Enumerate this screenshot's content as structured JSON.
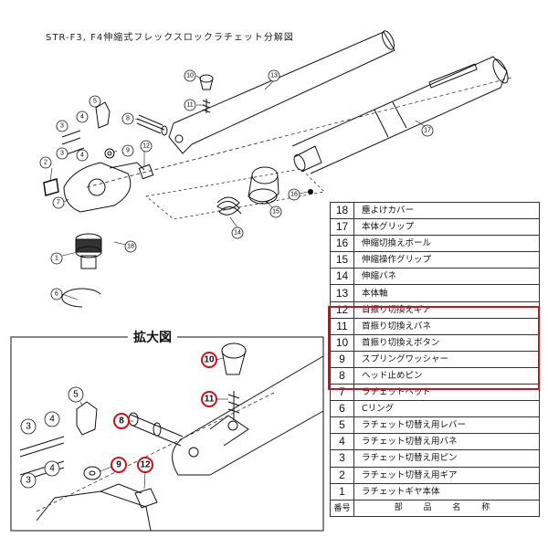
{
  "title": "STR-F3, F4伸縮式フレックスロックラチェット分解図",
  "zoom_label": "拡大図",
  "table": {
    "header_num": "番号",
    "header_name": "部 品 名 称",
    "rows": [
      {
        "num": "18",
        "name": "塵よけカバー"
      },
      {
        "num": "17",
        "name": "本体グリップ"
      },
      {
        "num": "16",
        "name": "伸縮切換えボール"
      },
      {
        "num": "15",
        "name": "伸縮操作グリップ"
      },
      {
        "num": "14",
        "name": "伸縮バネ"
      },
      {
        "num": "13",
        "name": "本体軸"
      },
      {
        "num": "12",
        "name": "首振り切換えギア"
      },
      {
        "num": "11",
        "name": "首振り切換えバネ"
      },
      {
        "num": "10",
        "name": "首振り切換えボタン"
      },
      {
        "num": "9",
        "name": "スプリングワッシャー"
      },
      {
        "num": "8",
        "name": "ヘッド止めピン"
      },
      {
        "num": "7",
        "name": "ラチェットヘッド"
      },
      {
        "num": "6",
        "name": "Cリング"
      },
      {
        "num": "5",
        "name": "ラチェット切替え用レバー"
      },
      {
        "num": "4",
        "name": "ラチェット切替え用バネ"
      },
      {
        "num": "3",
        "name": "ラチェット切替え用ピン"
      },
      {
        "num": "2",
        "name": "ラチェット切替え用ギア"
      },
      {
        "num": "1",
        "name": "ラチェットギヤ本体"
      }
    ]
  },
  "diagram_labels": {
    "p1": "1",
    "p2": "2",
    "p3a": "3",
    "p3b": "3",
    "p4a": "4",
    "p4b": "4",
    "p5": "5",
    "p6": "6",
    "p7": "7",
    "p8": "8",
    "p9": "9",
    "p10": "10",
    "p11": "11",
    "p12": "12",
    "p13": "13",
    "p14": "14",
    "p15": "15",
    "p16": "16",
    "p17": "17",
    "p18": "18",
    "z3a": "3",
    "z3b": "3",
    "z4a": "4",
    "z4b": "4",
    "z5": "5",
    "z8": "8",
    "z9": "9",
    "z10": "10",
    "z11": "11",
    "z12": "12"
  },
  "colors": {
    "highlight": "#d0111b",
    "line": "#111111"
  }
}
